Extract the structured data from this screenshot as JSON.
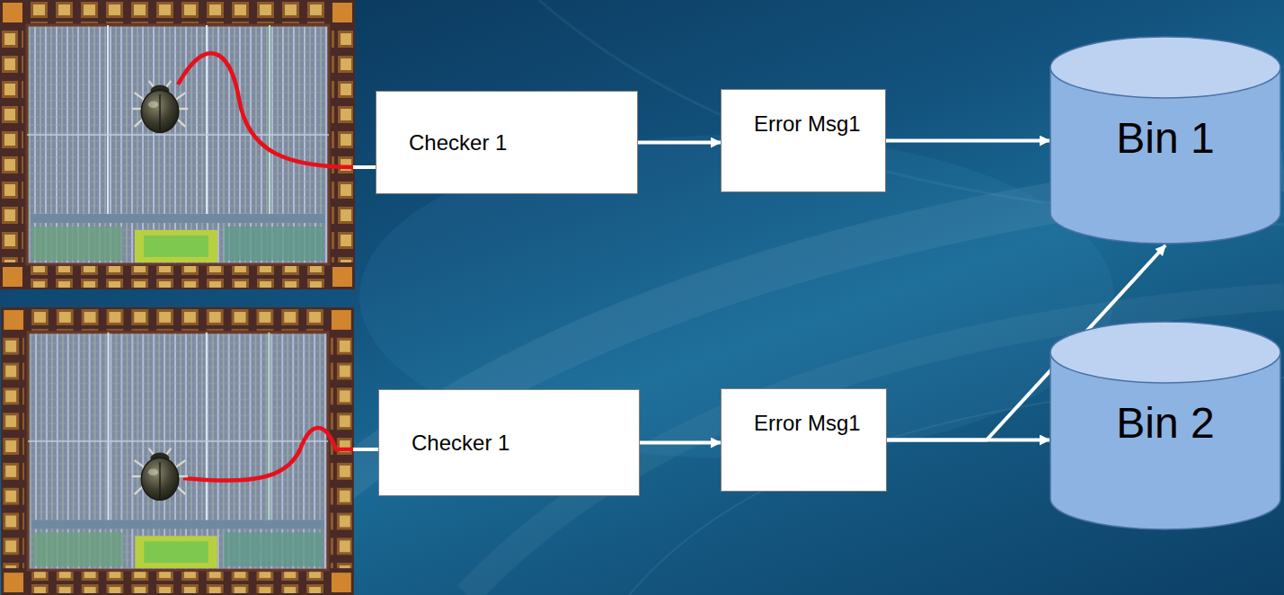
{
  "diagram": {
    "nodes": [
      {
        "text": [
          "Checker 1"
        ]
      },
      {
        "text": [
          "Error Msg1"
        ]
      },
      {
        "text": [
          "Bin 1"
        ]
      },
      {
        "text": [
          "Checker 1"
        ]
      },
      {
        "text": [
          "Error Msg1"
        ]
      },
      {
        "text": [
          "Bin 2"
        ]
      }
    ],
    "edges": [
      {
        "from": 0,
        "to": 1,
        "arrow": "to"
      },
      {
        "from": 1,
        "to": 2,
        "arrow": "to"
      },
      {
        "from": 3,
        "to": 4,
        "arrow": "to"
      },
      {
        "from": 4,
        "to": 5,
        "arrow": "to"
      },
      {
        "from": 4,
        "to": 2,
        "arrow": "to"
      }
    ]
  }
}
